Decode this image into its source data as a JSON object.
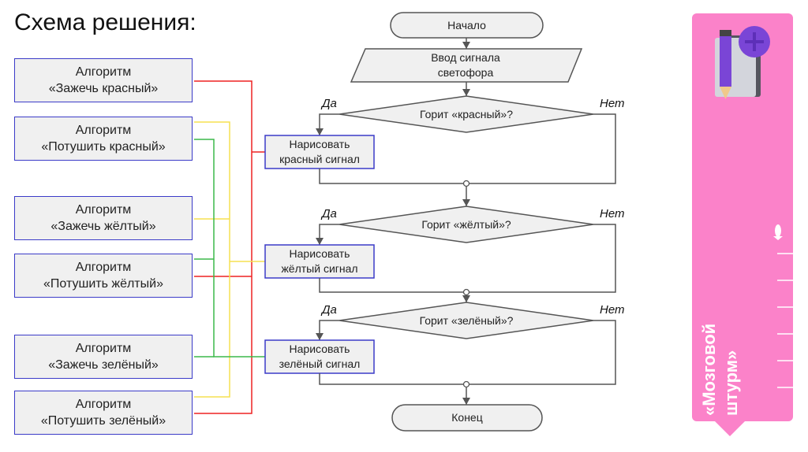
{
  "title": "Схема решения:",
  "algorithms": [
    {
      "line1": "Алгоритм",
      "line2": "«Зажечь красный»"
    },
    {
      "line1": "Алгоритм",
      "line2": "«Потушить красный»"
    },
    {
      "line1": "Алгоритм",
      "line2": "«Зажечь жёлтый»"
    },
    {
      "line1": "Алгоритм",
      "line2": "«Потушить жёлтый»"
    },
    {
      "line1": "Алгоритм",
      "line2": "«Зажечь зелёный»"
    },
    {
      "line1": "Алгоритм",
      "line2": "«Потушить зелёный»"
    }
  ],
  "flowchart": {
    "start": "Начало",
    "input": {
      "line1": "Ввод сигнала",
      "line2": "светофора"
    },
    "decisions": [
      "Горит «красный»?",
      "Горит «жёлтый»?",
      "Горит «зелёный»?"
    ],
    "actions": [
      {
        "line1": "Нарисовать",
        "line2": "красный сигнал"
      },
      {
        "line1": "Нарисовать",
        "line2": "жёлтый сигнал"
      },
      {
        "line1": "Нарисовать",
        "line2": "зелёный сигнал"
      }
    ],
    "yes_label": "Да",
    "no_label": "Нет",
    "end": "Конец"
  },
  "colors": {
    "red": "#ee2222",
    "yellow": "#f5e050",
    "green": "#3cb84a",
    "box_border": "#3b3bc8",
    "panel": "#fb82c9"
  },
  "panel": {
    "text": "«Мозговой\nштурм»",
    "icon": "notebook-pencil-plus-icon",
    "marker_icon": "rocket-icon"
  }
}
